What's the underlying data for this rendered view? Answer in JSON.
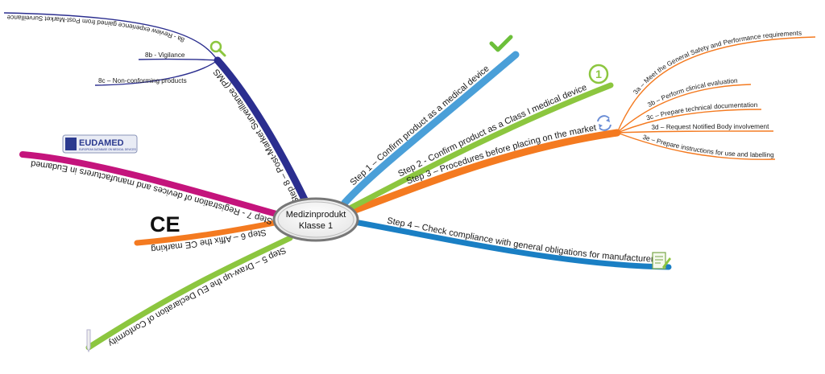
{
  "center": {
    "line1": "Medizinprodukt",
    "line2": "Klasse 1"
  },
  "branches": {
    "step1": "Step 1 – Confirm product as a medical device",
    "step2": "Step 2 - Confirm product as a Class I medical device",
    "step3": "Step 3 – Procedures before placing on the market",
    "step4": "Step 4 – Check compliance with general obligations for manufacturers",
    "step5": "Step 5 – Draw-up the EU Declaration of Conformity",
    "step6": "Step 6 – Affix the CE marking",
    "step7": "Step 7 - Registration of devices and manufacturers in Eudamed",
    "step8": "Step 8 – Post-Market Surveillance (PMS"
  },
  "sub3": {
    "a": "3a – Meet the General Safety and Performance requirements",
    "b": "3b – Perform clinical evaluation",
    "c": "3c – Prepare technical documentation",
    "d": "3d – Request Notified Body involvement",
    "e": "3e – Prepare instructions for use and labelling"
  },
  "sub8": {
    "a": "8a - Review experience gained from Post-Market Surveillance",
    "b": "8b - Vigilance",
    "c": "8c – Non-conforming products"
  },
  "icons": {
    "step1": "checkmark-icon",
    "step2": "number-one-icon",
    "step2_digit": "1",
    "step3": "refresh-icon",
    "step4": "document-pen-icon",
    "step5": "pen-icon",
    "step6": "ce-mark-icon",
    "step6_text": "CE",
    "step7": "eudamed-logo",
    "step7_text": "EUDAMED",
    "step7_tagline": "EUROPEAN DATABASE ON MEDICAL DEVICES",
    "step8": "magnifier-icon"
  },
  "colors": {
    "step1": "#4a9fd8",
    "step2": "#8cc63f",
    "step3": "#f47a20",
    "step4": "#1a7fc4",
    "step5": "#8cc63f",
    "step6": "#f47a20",
    "step7": "#c4147c",
    "step8": "#2b2e8f"
  }
}
